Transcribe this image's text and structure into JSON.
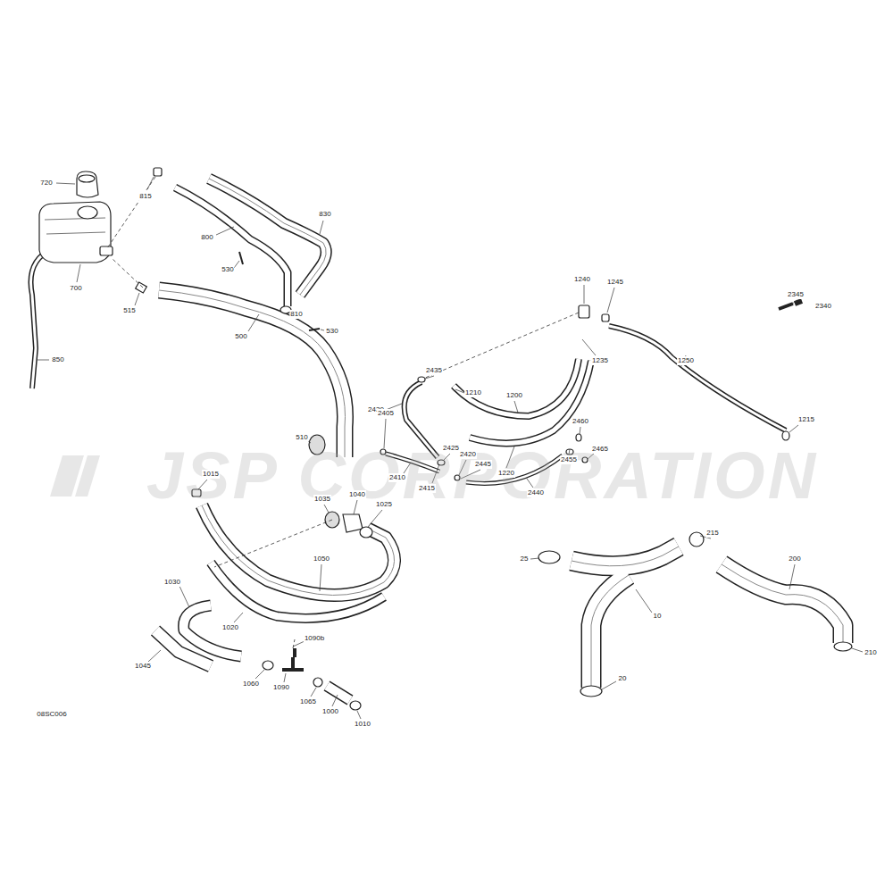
{
  "diagram": {
    "labels": [
      "720",
      "815",
      "830",
      "800",
      "700",
      "530",
      "515",
      "810",
      "530",
      "500",
      "850",
      "1240",
      "1245",
      "2345",
      "2340",
      "1235",
      "1250",
      "2435",
      "1210",
      "1200",
      "2430",
      "1215",
      "2405",
      "2460",
      "510",
      "2425",
      "2420",
      "2445",
      "2455",
      "2465",
      "2410",
      "2415",
      "1220",
      "2440",
      "1015",
      "1035",
      "1040",
      "1025",
      "1050",
      "25",
      "215",
      "200",
      "1030",
      "10",
      "1020",
      "1090b",
      "210",
      "1045",
      "20",
      "1060",
      "1090",
      "1065",
      "1000",
      "1010",
      "08SC006",
      "JSP CORPORATION"
    ]
  }
}
